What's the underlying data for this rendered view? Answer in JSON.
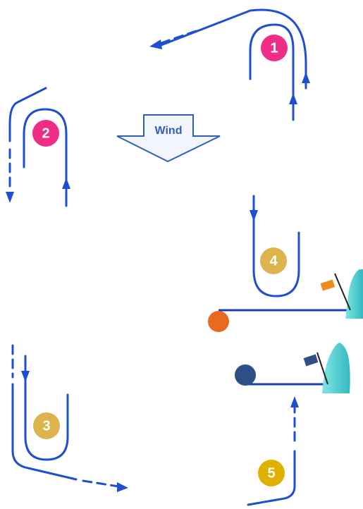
{
  "wind": {
    "label": "Wind"
  },
  "marks": [
    {
      "id": "1",
      "label": "1",
      "color": "#ef2d86"
    },
    {
      "id": "2",
      "label": "2",
      "color": "#ef2d86"
    },
    {
      "id": "3",
      "label": "3",
      "color": "#ddb44c"
    },
    {
      "id": "4",
      "label": "4",
      "color": "#ddb44c"
    },
    {
      "id": "5",
      "label": "5",
      "color": "#e0b000"
    }
  ],
  "colors": {
    "path_blue": "#1f4fd1",
    "dark_blue": "#1e3fae",
    "wind_fill": "#f2f5fb",
    "wind_stroke": "#2f5fbd",
    "boat_cyan": "#52cdd0",
    "flag_orange": "#ef8a1d",
    "flag_blue": "#2f4f86",
    "buoy_orange": "#e86a1e",
    "buoy_navy": "#2c4f86"
  },
  "icons": [
    "boat-icon",
    "flag-icon",
    "buoy-icon",
    "wind-arrow-icon"
  ]
}
